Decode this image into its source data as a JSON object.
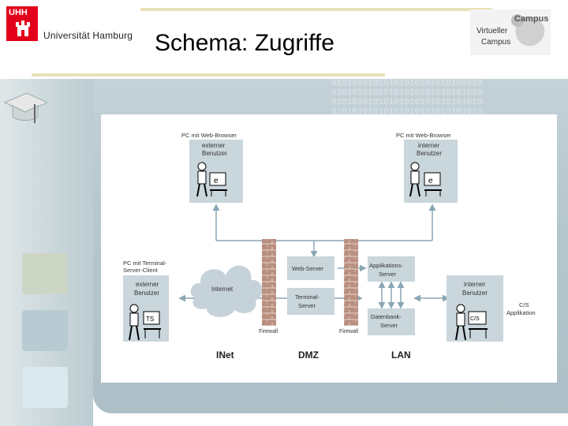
{
  "header": {
    "university_badge": "UHH",
    "university_name": "Universität Hamburg",
    "title": "Schema: Zugriffe",
    "vc_line1": "Virtueller",
    "vc_line2": "Campus",
    "vc_logo_word": "Campus"
  },
  "background_pattern": "01010101010101010101010101010",
  "diagram": {
    "pc_browser_left": "PC mit Web-Browser",
    "pc_browser_left_user": [
      "externer",
      "Benutzer"
    ],
    "pc_browser_right": "PC mit Web-Browser",
    "pc_browser_right_user": [
      "interner",
      "Benutzer"
    ],
    "pc_terminal": [
      "PC mit Terminal-",
      "Server-Client"
    ],
    "pc_terminal_user": [
      "externer",
      "Benutzer"
    ],
    "terminal_screen": "TS",
    "browser_screen": "e",
    "internal_user_right": [
      "interner",
      "Benutzer"
    ],
    "cs_screen": "C/S",
    "cs_label": [
      "C/S",
      "Applikation"
    ],
    "internet": "Internet",
    "web_server": "Web-Server",
    "terminal_server": [
      "Terminal-",
      "Server"
    ],
    "app_server": [
      "Applikations-",
      "Server"
    ],
    "db_server": [
      "Datenbank-",
      "Server"
    ],
    "firewall_left": "Firewall",
    "firewall_right": "Firewall",
    "zones": [
      "INet",
      "DMZ",
      "LAN"
    ],
    "colors": {
      "box": "#c9d6dc",
      "arrow": "#8aa6b4",
      "brick": "#b98f80",
      "cloud": "#c6d2da"
    }
  }
}
